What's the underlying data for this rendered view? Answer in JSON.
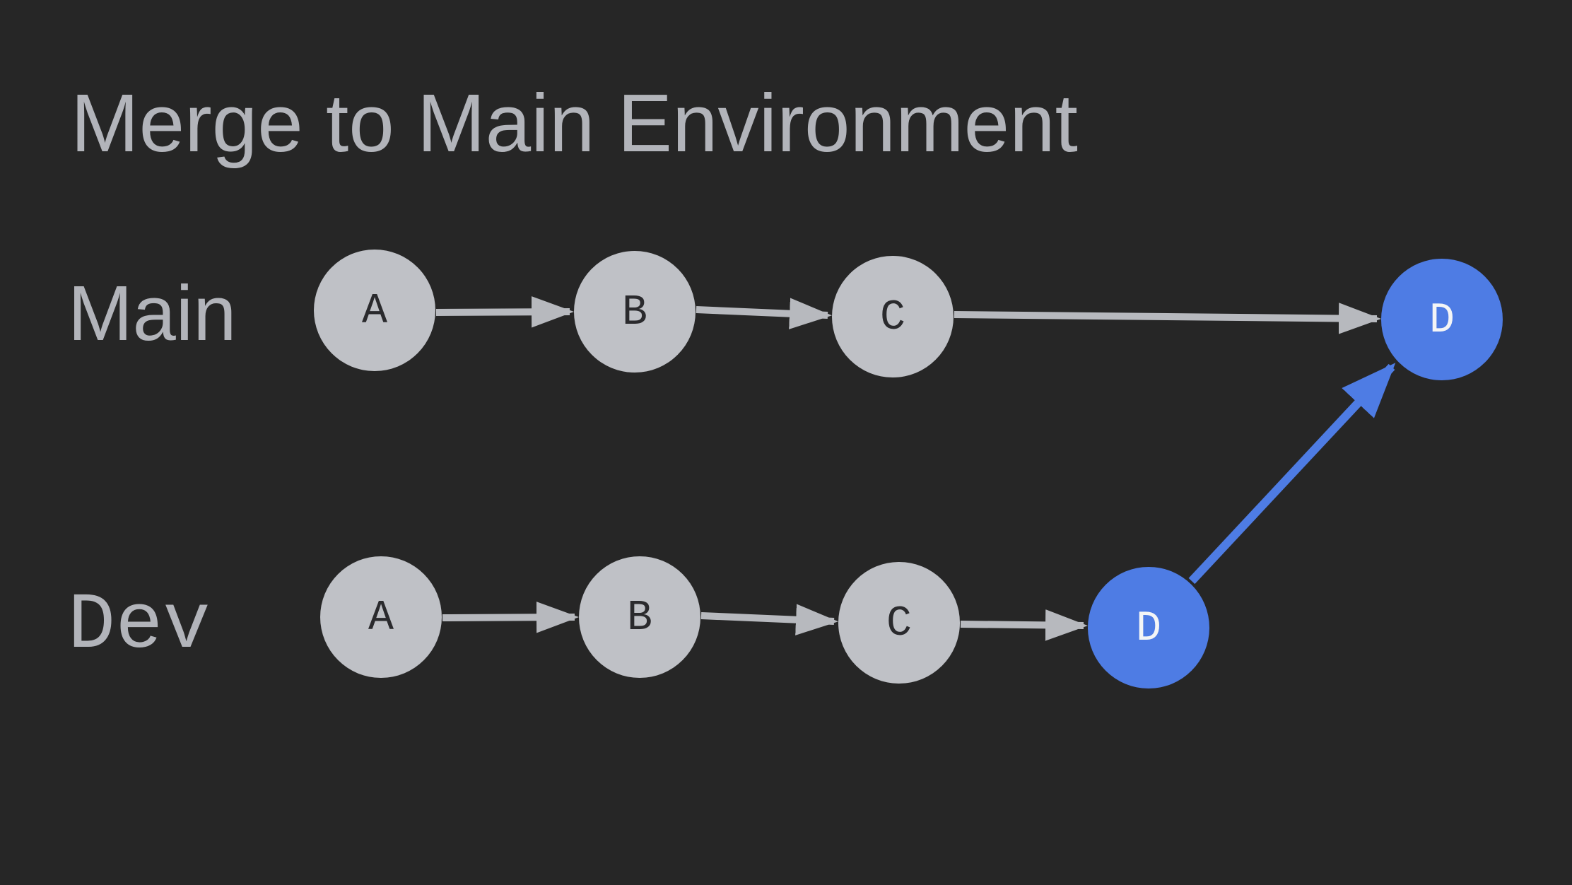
{
  "title": "Merge to Main Environment",
  "colors": {
    "background": "#262626",
    "node_gray": "#bfc1c6",
    "arrow_gray": "#b7b9be",
    "accent_blue": "#4e7ce4",
    "node_text_dark": "#2a2a2d",
    "node_text_light": "#f4f5f6",
    "label_text": "#b2b4ba"
  },
  "diagram": {
    "type": "git-branch-merge",
    "branches": [
      {
        "name": "Main",
        "commits": [
          "A",
          "B",
          "C",
          "D"
        ],
        "highlighted_commit": "D"
      },
      {
        "name": "Dev",
        "commits": [
          "A",
          "B",
          "C",
          "D"
        ],
        "highlighted_commit": "D"
      }
    ],
    "edges": [
      {
        "from": "Main.A",
        "to": "Main.B",
        "style": "gray"
      },
      {
        "from": "Main.B",
        "to": "Main.C",
        "style": "gray"
      },
      {
        "from": "Main.C",
        "to": "Main.D",
        "style": "gray"
      },
      {
        "from": "Dev.A",
        "to": "Dev.B",
        "style": "gray"
      },
      {
        "from": "Dev.B",
        "to": "Dev.C",
        "style": "gray"
      },
      {
        "from": "Dev.C",
        "to": "Dev.D",
        "style": "gray"
      },
      {
        "from": "Dev.D",
        "to": "Main.D",
        "style": "blue-merge"
      }
    ]
  }
}
